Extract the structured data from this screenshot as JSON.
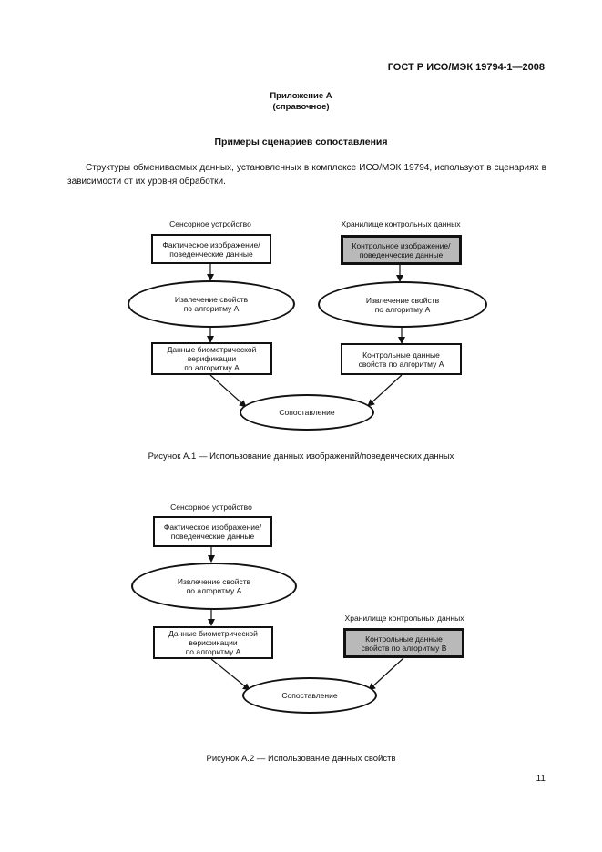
{
  "header": "ГОСТ Р ИСО/МЭК 19794-1—2008",
  "appendix": {
    "title": "Приложение А",
    "subtitle": "(справочное)"
  },
  "section_title": "Примеры сценариев сопоставления",
  "paragraph": "Структуры обмениваемых данных, установленных в комплексе ИСО/МЭК 19794, используют в сценариях в зависимости от их уровня обработки.",
  "figure1": {
    "left_label": "Сенсорное устройство",
    "right_label": "Хранилище контрольных данных",
    "left_box1": "Фактическое изображение/\nповеденческие данные",
    "right_box1": "Контрольное изображение/\nповеденческие данные",
    "left_ellipse": "Извлечение свойств\nпо алгоритму А",
    "right_ellipse": "Извлечение свойств\nпо алгоритму А",
    "left_box2": "Данные биометрической\nверификации\nпо алгоритму А",
    "right_box2": "Контрольные данные\nсвойств по алгоритму А",
    "match": "Сопоставление",
    "caption": "Рисунок А.1 — Использование данных изображений/поведенческих данных"
  },
  "figure2": {
    "left_label": "Сенсорное устройство",
    "right_label": "Хранилище контрольных данных",
    "left_box1": "Фактическое изображение/\nповеденческие данные",
    "left_ellipse": "Извлечение свойств\nпо алгоритму А",
    "left_box2": "Данные биометрической\nверификации\nпо алгоритму А",
    "right_box": "Контрольные данные\nсвойств по алгоритму В",
    "match": "Сопоставление",
    "caption": "Рисунок А.2 — Использование данных свойств"
  },
  "page_number": "11"
}
